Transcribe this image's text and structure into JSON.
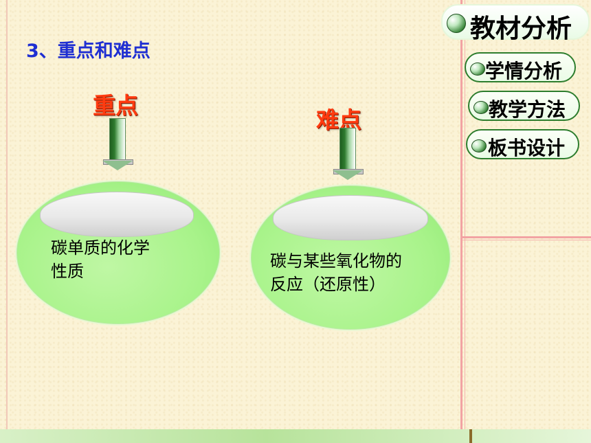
{
  "slide": {
    "heading": "3、重点和难点",
    "key_point": {
      "label": "重点",
      "bubble_lines": [
        "碳单质的化学",
        "性质"
      ]
    },
    "difficulty": {
      "label": "难点",
      "bubble_lines": [
        "碳与某些氧化物的",
        "反应（还原性）"
      ]
    }
  },
  "nav": {
    "items": [
      {
        "label": "教材分析"
      },
      {
        "label": "学情分析"
      },
      {
        "label": "教学方法"
      },
      {
        "label": "板书设计"
      }
    ]
  },
  "colors": {
    "background": "#fbf3d6",
    "heading": "#1f2fd2",
    "keyword": "#ff3b10",
    "bubble": "#a8f38a",
    "divider": "#f2a3a3"
  }
}
